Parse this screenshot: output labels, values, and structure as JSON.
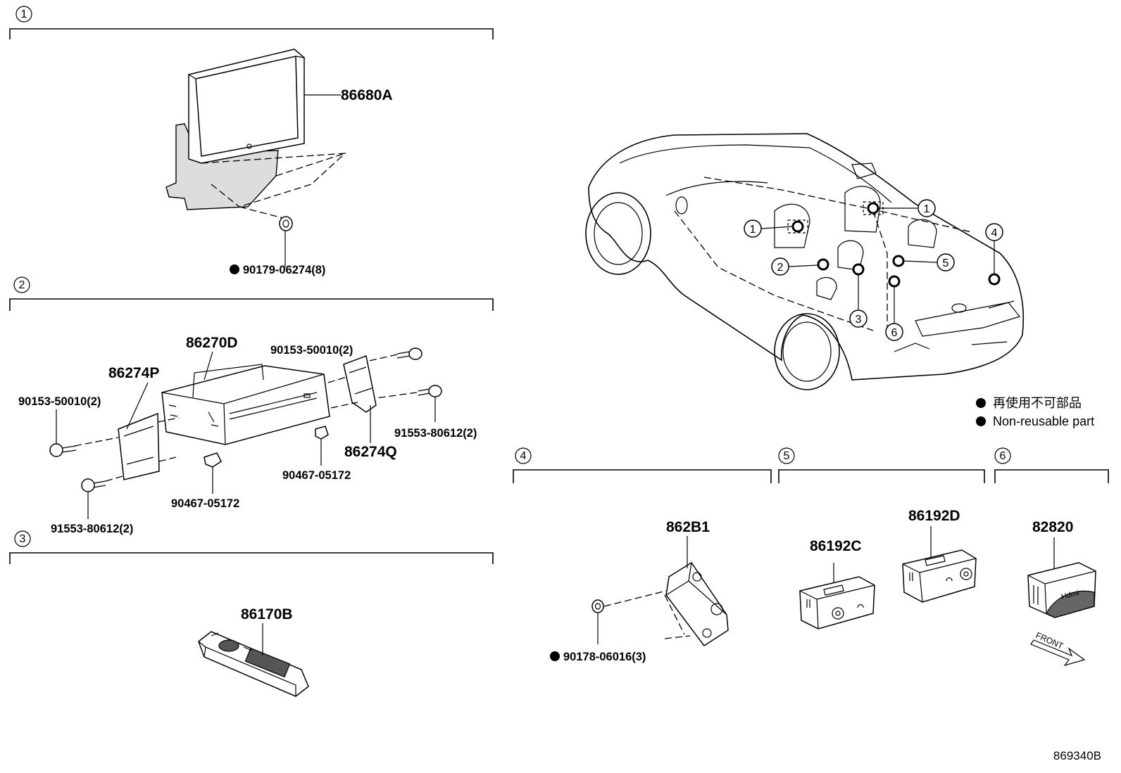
{
  "sections": [
    {
      "number": "1"
    },
    {
      "number": "2"
    },
    {
      "number": "3"
    },
    {
      "number": "4"
    },
    {
      "number": "5"
    },
    {
      "number": "6"
    }
  ],
  "parts": {
    "display_assembly": "86680A",
    "display_nut": "90179-06274(8)",
    "player_unit": "86270D",
    "bracket_left": "86274P",
    "bracket_right": "86274Q",
    "screw_top_right": "90153-50010(2)",
    "screw_left": "90153-50010(2)",
    "bolt_right": "91553-80612(2)",
    "bolt_left": "91553-80612(2)",
    "clip_right": "90467-05172",
    "clip_left": "90467-05172",
    "remote": "86170B",
    "module_862b1": "862B1",
    "module_nut": "90178-06016(3)",
    "jack_c": "86192C",
    "jack_d": "86192D",
    "hdmi_socket": "82820"
  },
  "car_callouts": [
    "1",
    "1",
    "2",
    "3",
    "4",
    "5",
    "6"
  ],
  "legend": {
    "japanese": "再使用不可部品",
    "english": "Non-reusable part"
  },
  "hdmi_text": "Hdmi",
  "front_label": "FRONT",
  "diagram_code": "869340B"
}
